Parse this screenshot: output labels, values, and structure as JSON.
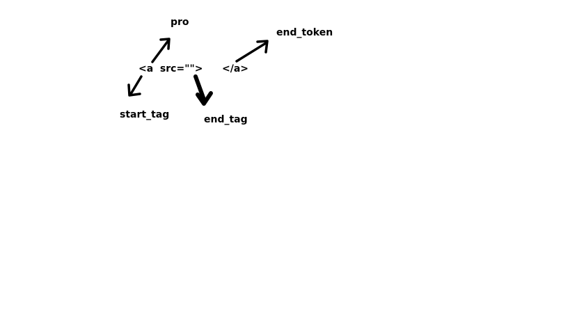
{
  "diagram": {
    "open_tag": "<a  src=\"\">",
    "close_tag": "</a>",
    "labels": {
      "pro": "pro",
      "end_token": "end_token",
      "start_tag": "start_tag",
      "end_tag": "end_tag"
    },
    "arrow_color": "#000000"
  }
}
